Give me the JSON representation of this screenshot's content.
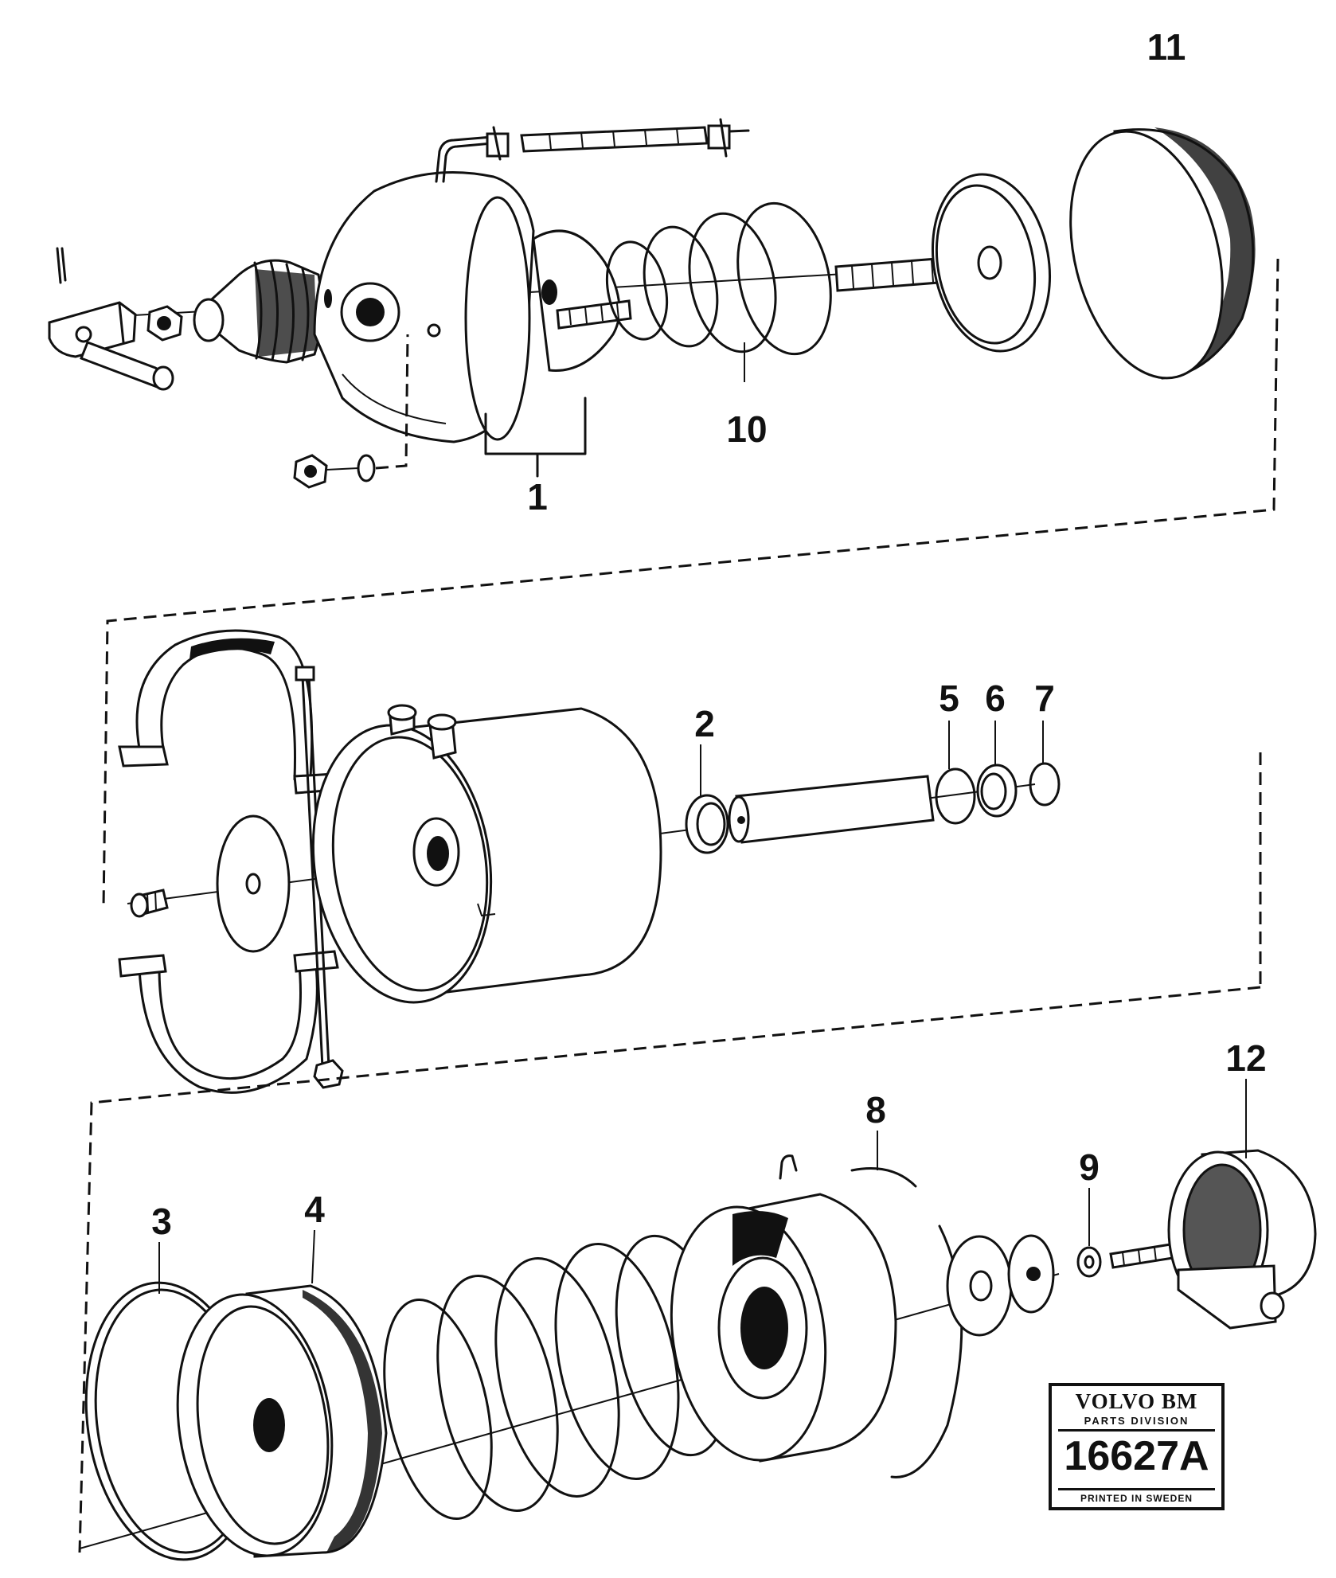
{
  "diagram": {
    "callouts": [
      "11",
      "10",
      "1",
      "2",
      "5",
      "6",
      "7",
      "3",
      "4",
      "8",
      "9",
      "12"
    ]
  },
  "stamp": {
    "brand": "VOLVO BM",
    "division": "PARTS DIVISION",
    "number": "16627A",
    "printed": "PRINTED IN SWEDEN"
  }
}
